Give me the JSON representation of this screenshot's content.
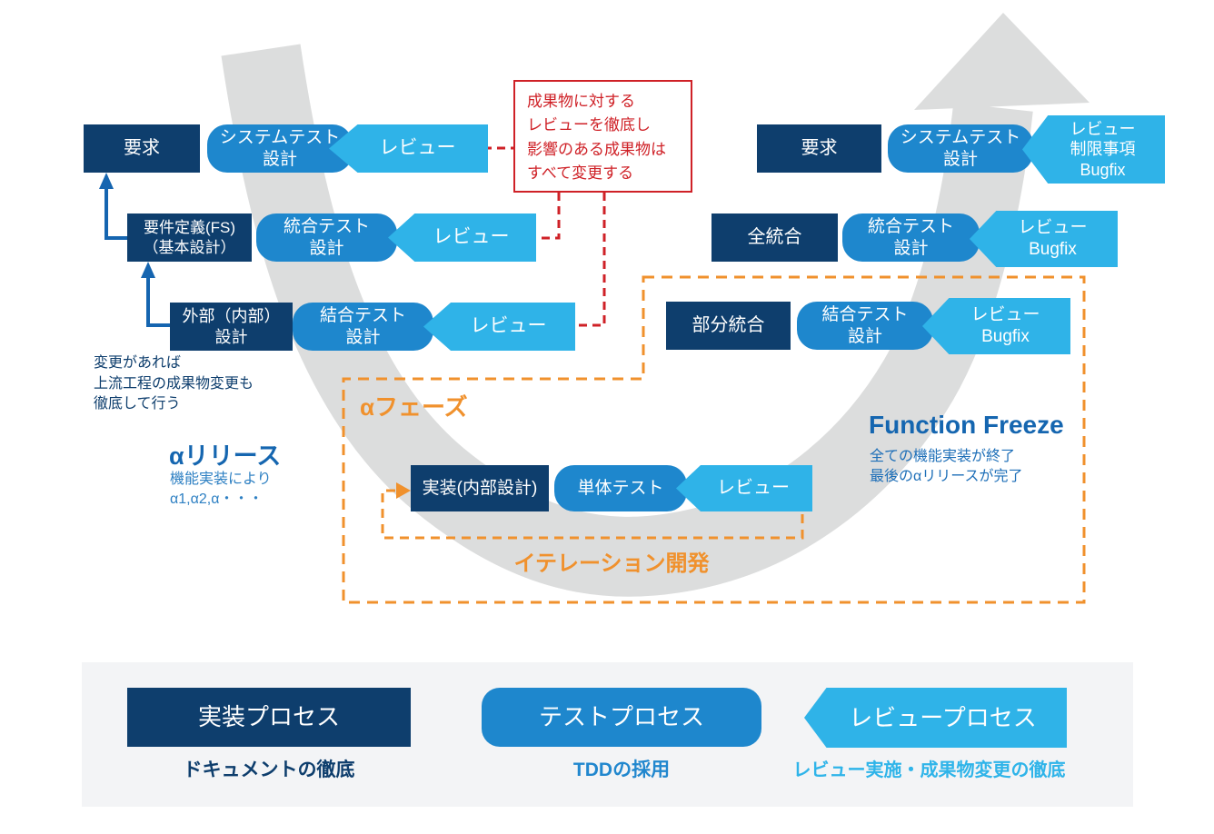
{
  "diagram_title": "W-model iterative development process (Japanese)",
  "colors": {
    "navy": "#0e3e6d",
    "process_blue": "#1e87cd",
    "review_lightblue": "#2fb3e8",
    "accent_orange": "#f0912d",
    "alert_red": "#cf2127",
    "heading_blue": "#1566b0",
    "flow_gray": "#dcdddd",
    "legend_bg": "#f3f4f6"
  },
  "rows_left": [
    {
      "process": "要求",
      "test": "システムテスト\n設計",
      "review": "レビュー"
    },
    {
      "process": "要件定義(FS)\n（基本設計）",
      "test": "統合テスト\n設計",
      "review": "レビュー"
    },
    {
      "process": "外部（内部）\n設計",
      "test": "結合テスト\n設計",
      "review": "レビュー"
    }
  ],
  "rows_right": [
    {
      "process": "要求",
      "test": "システムテスト\n設計",
      "review": "レビュー\n制限事項\nBugfix"
    },
    {
      "process": "全統合",
      "test": "統合テスト\n設計",
      "review": "レビュー\nBugfix"
    },
    {
      "process": "部分統合",
      "test": "結合テスト\n設計",
      "review": "レビュー\nBugfix"
    }
  ],
  "center_row": {
    "process": "実装(内部設計)",
    "test": "単体テスト",
    "review": "レビュー"
  },
  "annotations": {
    "red_note": "成果物に対する\nレビューを徹底し\n影響のある成果物は\nすべて変更する",
    "upstream_note": "変更があれば\n上流工程の成果物変更も\n徹底して行う",
    "alpha_phase": "αフェーズ",
    "iteration": "イテレーション開発",
    "alpha_release_title": "αリリース",
    "alpha_release_body": "機能実装により\nα1,α2,α・・・",
    "function_freeze_title": "Function Freeze",
    "function_freeze_body": "全ての機能実装が終了\n最後のαリリースが完了"
  },
  "legend": {
    "implementation": {
      "label": "実装プロセス",
      "caption": "ドキュメントの徹底"
    },
    "test": {
      "label": "テストプロセス",
      "caption": "TDDの採用"
    },
    "review": {
      "label": "レビュープロセス",
      "caption": "レビュー実施・成果物変更の徹底"
    }
  }
}
